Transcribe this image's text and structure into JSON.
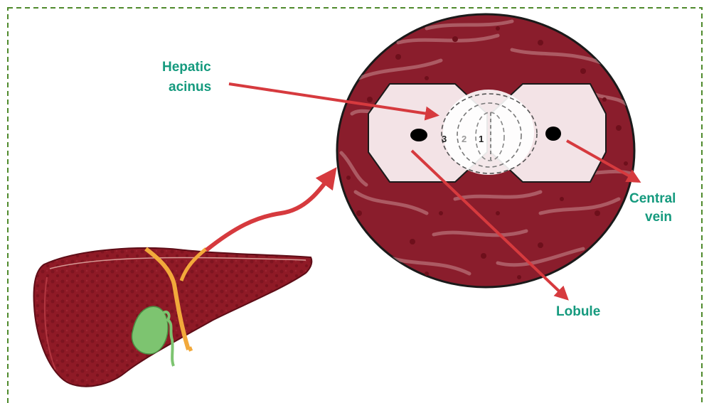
{
  "labels": {
    "hepatic_acinus_line1": "Hepatic",
    "hepatic_acinus_line2": "acinus",
    "central_vein_line1": "Central",
    "central_vein_line2": "vein",
    "lobule": "Lobule"
  },
  "zones": {
    "zone3": "3",
    "zone2": "2",
    "zone1": "1"
  },
  "colors": {
    "label_text": "#159a7e",
    "arrow": "#d63a3e",
    "liver": "#8f1a26",
    "tissue": "#8a1d2c",
    "lobule_fill": "#f3e3e6",
    "border_dash": "#4f8a2c",
    "gallbladder": "#7dc470",
    "bile_duct": "#f2a93b"
  }
}
